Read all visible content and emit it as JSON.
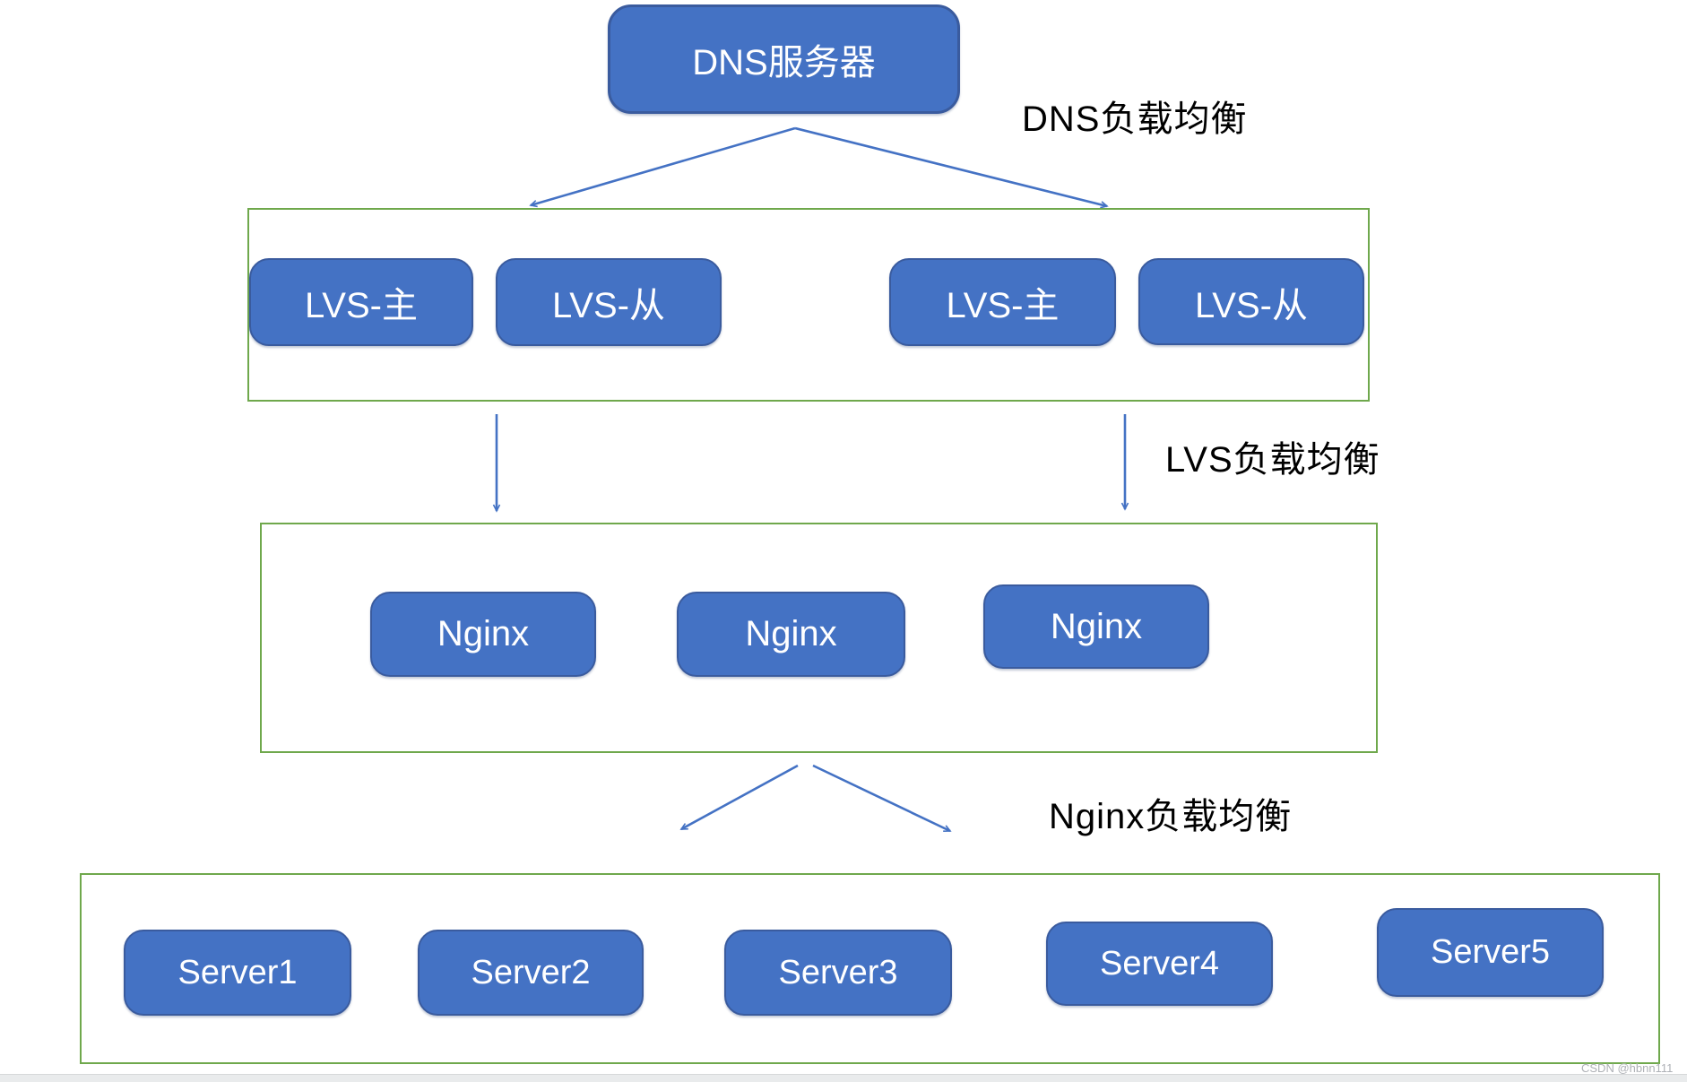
{
  "diagram": {
    "nodes": {
      "dns": {
        "label": "DNS服务器"
      },
      "lvs": [
        {
          "label": "LVS-主"
        },
        {
          "label": "LVS-从"
        },
        {
          "label": "LVS-主"
        },
        {
          "label": "LVS-从"
        }
      ],
      "nginx": [
        {
          "label": "Nginx"
        },
        {
          "label": "Nginx"
        },
        {
          "label": "Nginx"
        }
      ],
      "servers": [
        {
          "label": "Server1"
        },
        {
          "label": "Server2"
        },
        {
          "label": "Server3"
        },
        {
          "label": "Server4"
        },
        {
          "label": "Server5"
        }
      ]
    },
    "annotations": {
      "dns_lb": "DNS负载均衡",
      "lvs_lb": "LVS负载均衡",
      "nginx_lb": "Nginx负载均衡"
    },
    "colors": {
      "node_fill": "#4472c4",
      "node_border": "#3a5b9e",
      "node_text": "#ffffff",
      "container_border": "#6fa84c",
      "arrow": "#4472c4",
      "annotation_text": "#000000"
    },
    "watermark": "CSDN @hbnn111"
  }
}
